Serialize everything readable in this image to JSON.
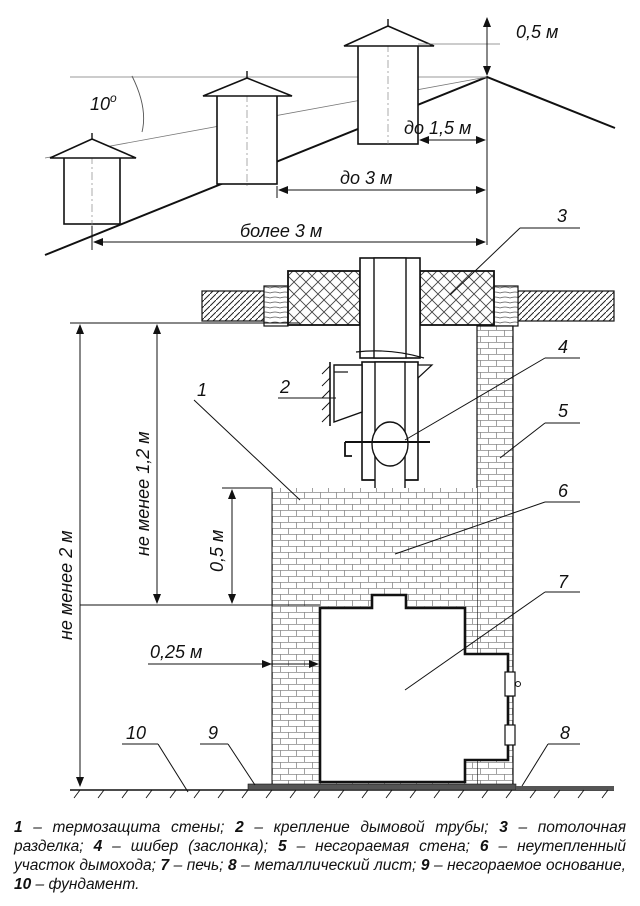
{
  "dimensions": {
    "ridge_above": "0,5 м",
    "angle": "10",
    "angle_unit": "o",
    "up_to_1_5": "до 1,5 м",
    "up_to_3": "до 3 м",
    "more_than_3": "более 3 м",
    "not_less_1_2": "не менее  1,2 м",
    "not_less_2": "не менее  2 м",
    "half_meter": "0,5 м",
    "quarter_meter": "0,25 м"
  },
  "callouts": [
    "1",
    "2",
    "3",
    "4",
    "5",
    "6",
    "7",
    "8",
    "9",
    "10"
  ],
  "legend": [
    {
      "num": "1",
      "text": " – термозащита стены; "
    },
    {
      "num": "2",
      "text": " – крепление дымовой трубы; "
    },
    {
      "num": "3",
      "text": " – потолочная разделка; "
    },
    {
      "num": "4",
      "text": " – шибер (заслонка); "
    },
    {
      "num": "5",
      "text": " – несгораемая стена; "
    },
    {
      "num": "6",
      "text": " – неутепленный участок дымохода; "
    },
    {
      "num": "7",
      "text": " – печь; "
    },
    {
      "num": "8",
      "text": " – металлический лист; "
    },
    {
      "num": "9",
      "text": " – несгораемое основание, "
    },
    {
      "num": "10",
      "text": " – фундамент."
    }
  ]
}
